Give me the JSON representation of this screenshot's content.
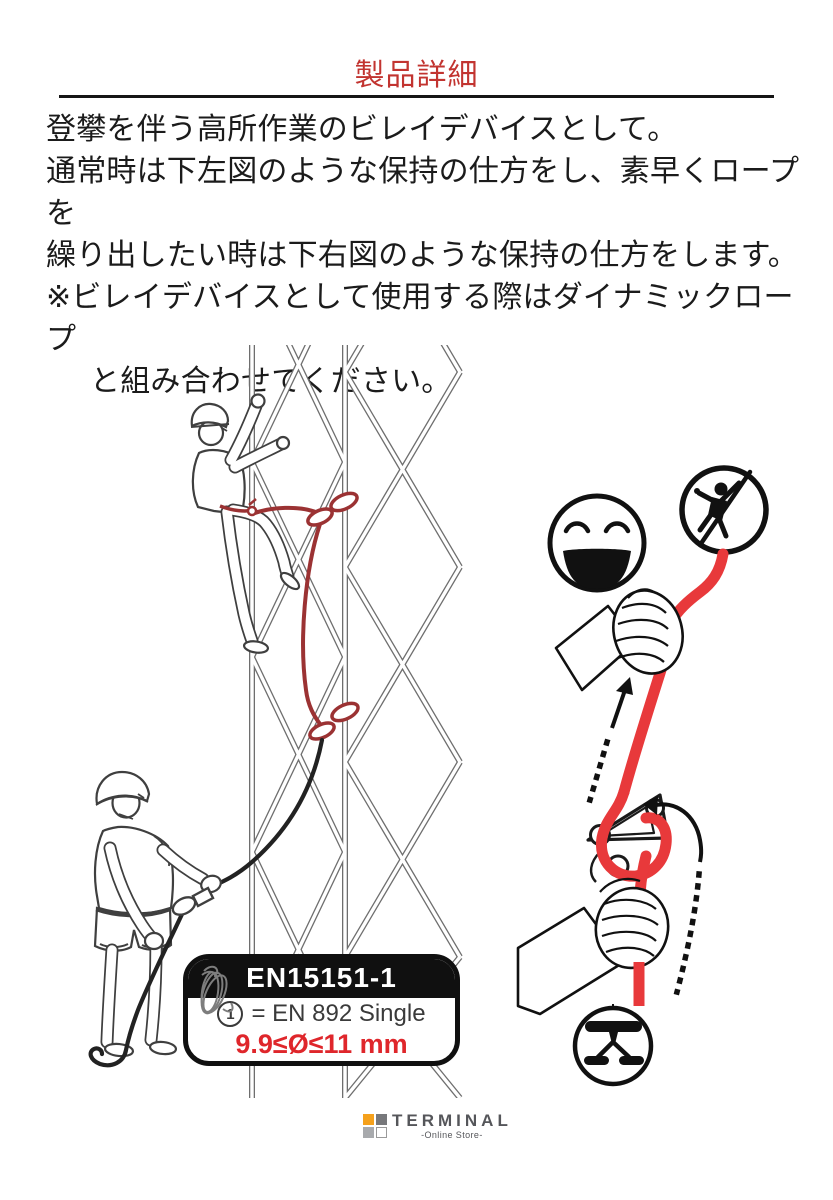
{
  "page": {
    "title": "製品詳細"
  },
  "description": {
    "lines": [
      "登攀を伴う高所作業のビレイデバイスとして。",
      "通常時は下左図のような保持の仕方をし、素早くロープを",
      "繰り出したい時は下右図のような保持の仕方をします。",
      "※ビレイデバイスとして使用する際はダイナミックロープ",
      "と組み合わせてください。"
    ]
  },
  "badge": {
    "standard": "EN15151-1",
    "marker": "1",
    "spec": "= EN 892 Single",
    "diameter": "9.9≤Ø≤11 mm"
  },
  "figure": {
    "icons": [
      "smiley-face",
      "climber-pictogram-circle",
      "harness-pictogram-circle",
      "rope-coil"
    ],
    "colors": {
      "accent_red": "#c23430",
      "rope_bright_red": "#e8393b",
      "rope_dark_red": "#9b3233",
      "ink": "#1b1b1b",
      "structure_gray": "#6e6e6e",
      "diameter_red": "#df262b"
    }
  },
  "footer": {
    "brand": "TERMINAL",
    "tagline": "-Online Store-"
  }
}
